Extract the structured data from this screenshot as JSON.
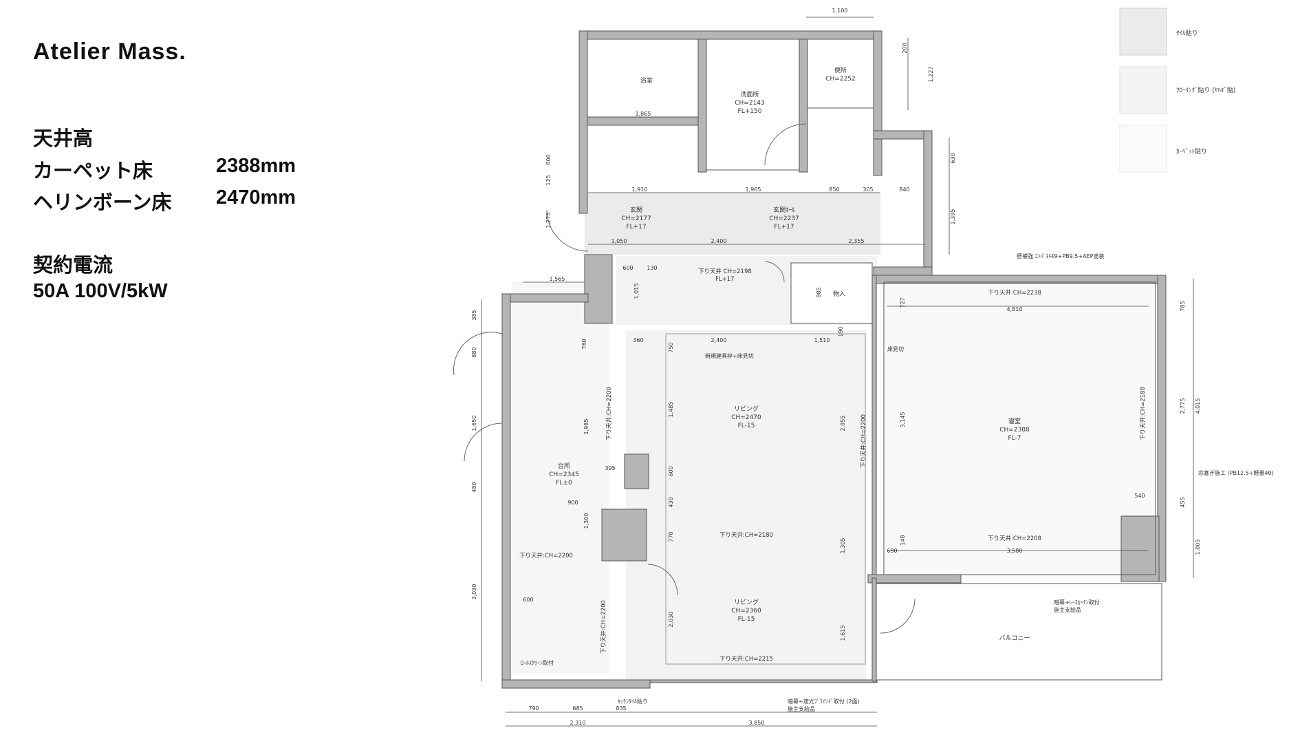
{
  "brand": "Atelier Mass.",
  "specs": {
    "ceiling_title": "天井高",
    "carpet_label": "カーペット床",
    "carpet_value": "2388mm",
    "herringbone_label": "ヘリンボーン床",
    "herringbone_value": "2470mm",
    "power_title": "契約電流",
    "power_value": "50A 100V/5kW"
  },
  "legend": [
    {
      "label": "ﾀｲﾙ貼り",
      "color": "#ebebeb"
    },
    {
      "label": "ﾌﾛｰﾘﾝｸﾞ貼り (ﾔﾊｷﾞ貼)",
      "color": "#f4f4f4"
    },
    {
      "label": "ｶｰﾍﾟｯﾄ貼り",
      "color": "#fbfbfb"
    }
  ],
  "rooms": {
    "bath": "浴室",
    "washroom": [
      "洗面所",
      "CH=2143",
      "FL+150"
    ],
    "toilet": [
      "便所",
      "CH=2252"
    ],
    "entrance": [
      "玄関",
      "CH=2177",
      "FL+17"
    ],
    "entrance_hall": [
      "玄関ﾎｰﾙ",
      "CH=2237",
      "FL+17"
    ],
    "storage": "物入",
    "living_1": [
      "リビング",
      "CH=2470",
      "FL-15"
    ],
    "living_2": [
      "リビング",
      "CH=2360",
      "FL-15"
    ],
    "bedroom": [
      "寝室",
      "CH=2388",
      "FL-7"
    ],
    "kitchen": [
      "台所",
      "CH=2345",
      "FL±0"
    ],
    "balcony": "バルコニー"
  },
  "ceiling_labels": {
    "hall": "下り天井 CH=2198",
    "hall_fl": "FL+17",
    "bed_top": "下り天井:CH=2238",
    "bed_bottom": "下り天井:CH=2208",
    "bed_right": "下り天井:CH=2188",
    "living_mid": "下り天井:CH=2180",
    "living_bottom": "下り天井:CH=2215",
    "living_vert": "下り天井:CH=2200",
    "kitchen_vert_top": "下り天井:CH=2200",
    "kitchen_vert_bottom": "下り天井:CH=2200",
    "kitchen_left": "下り天井:CH=2200"
  },
  "notes": {
    "wall_finish": "壁補強 ｺﾝﾊﾟﾈｷﾓ9+PB9.5+AEP塗装",
    "new_fitting": "新規建具枠+床見切",
    "floor_edge": "床見切",
    "window_sash": "窓塞ぎ施工 (PB12.5+軽量40)",
    "curtain_1": "暗幕+ﾚｰｽｶｰﾃﾝ取付",
    "curtain_1b": "施主支給品",
    "curtain_2": "暗幕+遮光ﾌﾞﾗｲﾝﾄﾞ取付 (2面)",
    "curtain_2b": "施主支給品",
    "kitchen_tile": "ｷｯﾁﾝﾀｲﾙ貼り",
    "roll_screen": "ﾛｰﾙｽｸﾘｰﾝ取付"
  },
  "dims": {
    "d1100": "1,100",
    "d200": "200",
    "d1227": "1,227",
    "d1865": "1,865",
    "d600a": "600",
    "d125": "125",
    "d1275": "1,275",
    "d630": "630",
    "d1395": "1,395",
    "d1910": "1,910",
    "d1965": "1,965",
    "d850": "850",
    "d305": "305",
    "d840": "840",
    "d1050": "1,050",
    "d2400a": "2,400",
    "d2355": "2,355",
    "d1565": "1,565",
    "d600b": "600",
    "d130": "130",
    "d1015": "1,015",
    "d985": "985",
    "d190": "190",
    "d385": "385",
    "d880": "880",
    "d1650": "1,650",
    "d480": "480",
    "d3030": "3,030",
    "d760": "760",
    "d360": "360",
    "d2400b": "2,400",
    "d1510": "1,510",
    "d750": "750",
    "d1485": "1,485",
    "d600c": "600",
    "d430": "430",
    "d770": "770",
    "d2030": "2,030",
    "d1985": "1,985",
    "d395": "395",
    "d900": "900",
    "d1300": "1,300",
    "d600d": "600",
    "d2955": "2,955",
    "d1305": "1,305",
    "d1615": "1,615",
    "d727": "727",
    "d4810": "4,810",
    "d3145": "3,145",
    "d148": "148",
    "d690": "690",
    "d3580": "3,580",
    "d540": "540",
    "d785": "785",
    "d2775": "2,775",
    "d4015": "4,015",
    "d455": "455",
    "d1005": "1,005",
    "d790": "790",
    "d685": "685",
    "d835": "835",
    "d2310": "2,310",
    "d3850": "3,850"
  }
}
